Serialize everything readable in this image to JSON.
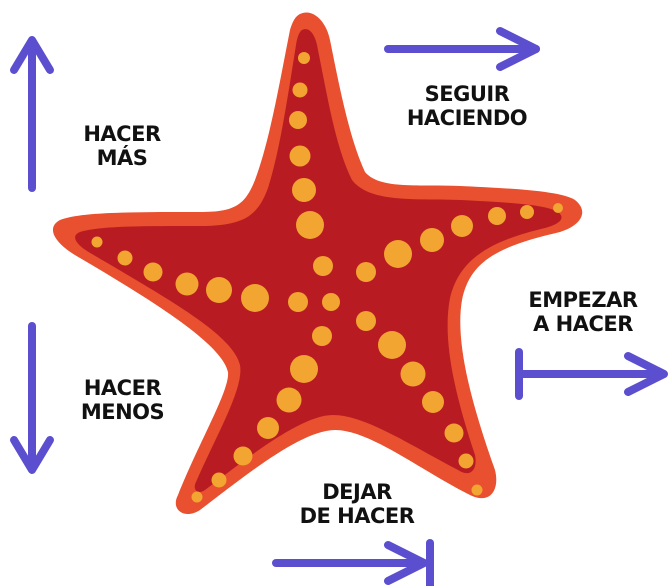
{
  "colors": {
    "arrow": "#5b4fcf",
    "star_outline": "#e8502f",
    "star_fill": "#b81c22",
    "dots": "#f2a531",
    "text": "#111111"
  },
  "labels": {
    "seguir": [
      "SEGUIR",
      "HACIENDO"
    ],
    "hacer_mas": [
      "HACER",
      "MÁS"
    ],
    "empezar": [
      "EMPEZAR",
      "A HACER"
    ],
    "hacer_menos": [
      "HACER",
      "MENOS"
    ],
    "dejar": [
      "DEJAR",
      "DE HACER"
    ]
  },
  "icons": {
    "center": "starfish-icon",
    "up": "arrow-up-icon",
    "down": "arrow-down-icon",
    "right": "arrow-right-icon",
    "start": "arrow-start-icon",
    "stop": "arrow-stop-icon"
  }
}
